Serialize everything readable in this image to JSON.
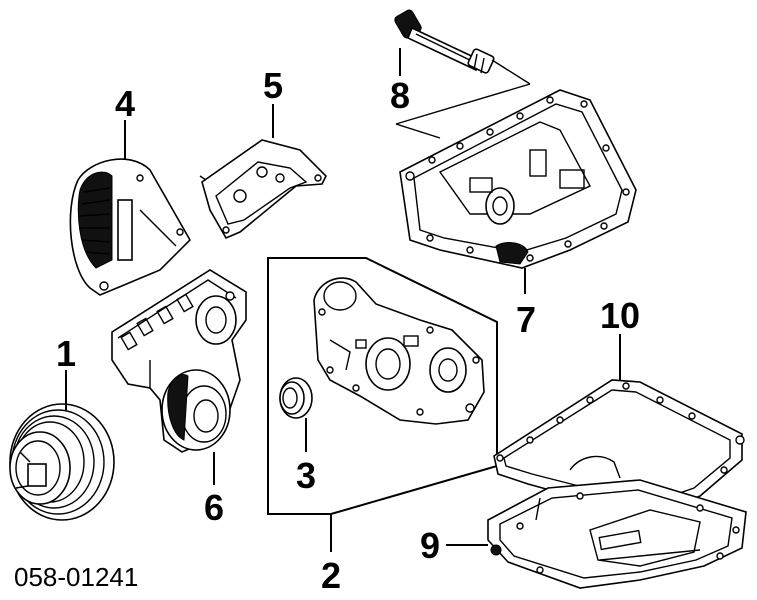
{
  "diagram": {
    "part_number": "058-01241",
    "callouts": [
      "1",
      "2",
      "3",
      "4",
      "5",
      "6",
      "7",
      "8",
      "9",
      "10"
    ],
    "parts": [
      "crankshaft-pulley",
      "timing-cover-group",
      "front-seal",
      "timing-belt-cover",
      "rear-timing-cover",
      "engine-block-front",
      "valve-cover-gasket",
      "spark-plug-tube-seal",
      "oil-pan",
      "oil-pan-gasket"
    ]
  }
}
